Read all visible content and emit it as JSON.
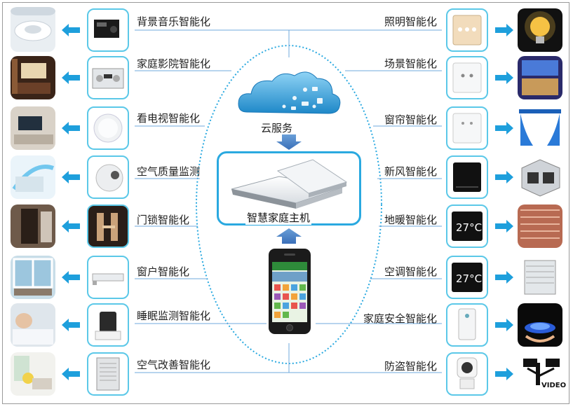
{
  "center": {
    "cloud_label": "云服务",
    "hub_label": "智慧家庭主机"
  },
  "left_items": [
    {
      "label": "背景音乐智能化",
      "device": "speaker-unit",
      "photo": "ceiling-speaker"
    },
    {
      "label": "家庭影院智能化",
      "device": "av-receiver",
      "photo": "home-theater-room"
    },
    {
      "label": "看电视智能化",
      "device": "round-ir-controller",
      "photo": "living-room-tv"
    },
    {
      "label": "空气质量监测",
      "device": "air-sensor-ball",
      "photo": "air-flow-room"
    },
    {
      "label": "门锁智能化",
      "device": "smart-lock-set",
      "photo": "front-door"
    },
    {
      "label": "窗户智能化",
      "device": "window-motor",
      "photo": "window-view"
    },
    {
      "label": "睡眠监测智能化",
      "device": "sleep-monitor",
      "photo": "sleeping-man"
    },
    {
      "label": "空气改善智能化",
      "device": "air-purifier",
      "photo": "bright-living-room"
    }
  ],
  "right_items": [
    {
      "label": "照明智能化",
      "device": "wall-switch-gold",
      "photo": "light-bulb"
    },
    {
      "label": "场景智能化",
      "device": "wall-switch-white",
      "photo": "bedroom-scene"
    },
    {
      "label": "窗帘智能化",
      "device": "curtain-switch",
      "photo": "blue-curtain"
    },
    {
      "label": "新风智能化",
      "device": "black-touch-panel",
      "photo": "ventilation-unit"
    },
    {
      "label": "地暖智能化",
      "device": "thermostat",
      "photo": "floor-heating"
    },
    {
      "label": "空调智能化",
      "device": "ac-thermostat",
      "photo": "ac-outdoor-unit"
    },
    {
      "label": "家庭安全智能化",
      "device": "gas-detector",
      "photo": "gas-flame"
    },
    {
      "label": "防盗智能化",
      "device": "ip-camera",
      "photo": "security-camera"
    }
  ],
  "thermostat_readout": "27°C",
  "video_text": "VIDEO",
  "colors": {
    "accent": "#2aa9e0",
    "arrow": "#1e9fdc",
    "connector": "#6fa8dc",
    "label": "#222222"
  }
}
